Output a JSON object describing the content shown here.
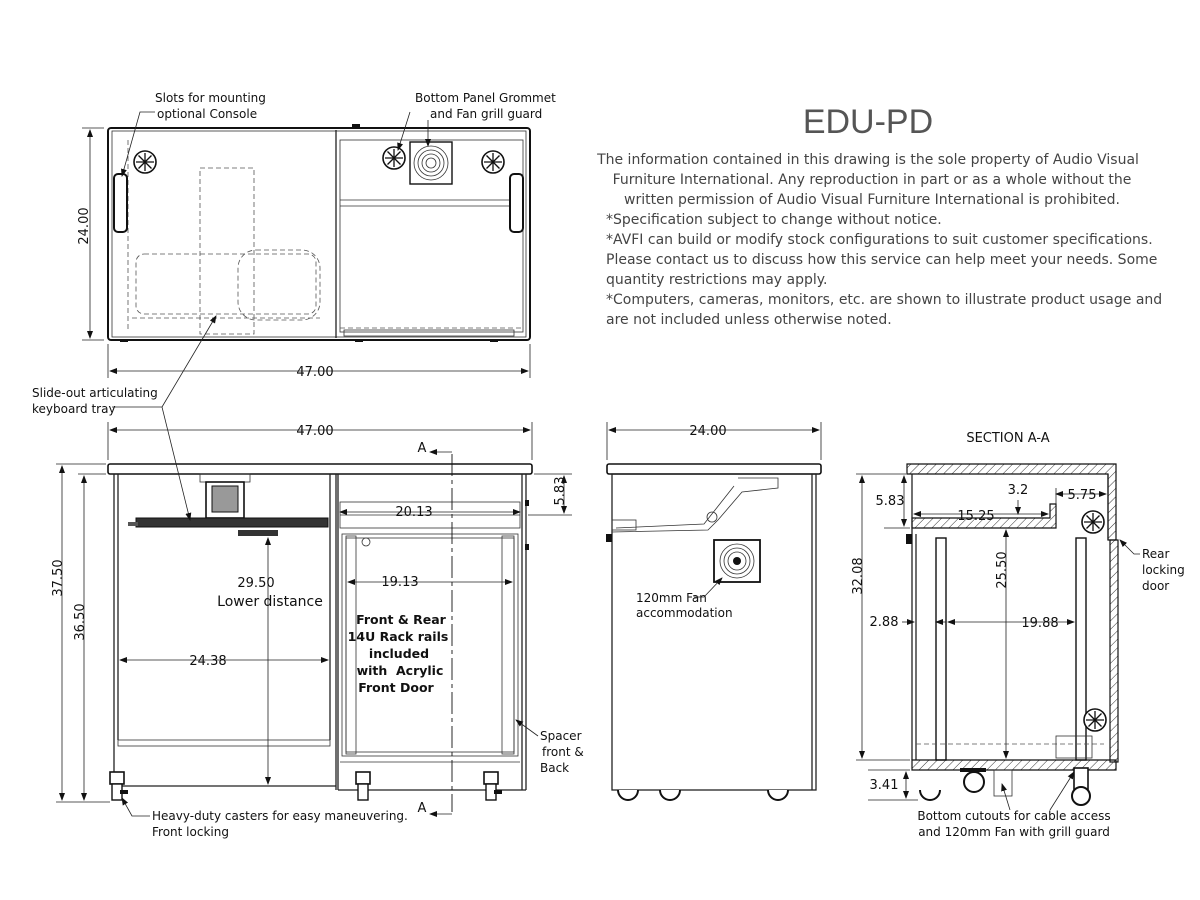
{
  "title": "EDU-PD",
  "info": {
    "lines": [
      "The information contained in this drawing is the sole property of Audio Visual",
      "Furniture International. Any reproduction in part or as a whole without the",
      "written permission of Audio Visual Furniture International is prohibited.",
      "*Specification subject to change without notice.",
      "*AVFI can build or modify stock configurations to suit customer specifications.",
      "Please contact us to discuss how this service can help meet your needs. Some",
      "quantity restrictions may apply.",
      "*Computers, cameras, monitors, etc. are shown to illustrate product usage and",
      "are not included unless otherwise noted."
    ]
  },
  "top_view": {
    "callout_slots": [
      "Slots for mounting",
      "optional Console"
    ],
    "callout_grommet": [
      "Bottom Panel Grommet",
      "and Fan grill guard"
    ],
    "dim_depth": "24.00",
    "dim_width": "47.00"
  },
  "front_view": {
    "callout_tray": [
      "Slide-out articulating",
      "keyboard tray"
    ],
    "dim_width": "47.00",
    "dim_overall_height": "37.50",
    "dim_body_height": "36.50",
    "dim_top_gap": "5.83",
    "dim_bay_outer": "20.13",
    "dim_bay_inner": "19.13",
    "dim_lower": "29.50",
    "lower_label": "Lower distance",
    "dim_knee": "24.38",
    "section_mark": "A",
    "rack_note": [
      "Front & Rear",
      "14U Rack rails",
      "included",
      "with  Acrylic",
      "Front Door"
    ],
    "callout_spacer": [
      "Spacer",
      "front &",
      "Back"
    ],
    "callout_casters": [
      "Heavy-duty casters for easy maneuvering.",
      "Front locking"
    ]
  },
  "side_view": {
    "dim_depth": "24.00",
    "callout_fan": [
      "120mm Fan",
      "accommodation"
    ]
  },
  "section_view": {
    "heading": "SECTION A-A",
    "dim_top": "5.83",
    "dim_3_2": "3.2",
    "dim_15_25": "15.25",
    "dim_5_75": "5.75",
    "dim_32_08": "32.08",
    "dim_25_50": "25.50",
    "dim_2_88": "2.88",
    "dim_19_88": "19.88",
    "dim_3_41": "3.41",
    "callout_door": [
      "Rear",
      "locking",
      "door"
    ],
    "callout_cutouts": [
      "Bottom cutouts for cable access",
      "and 120mm Fan with grill guard"
    ]
  }
}
